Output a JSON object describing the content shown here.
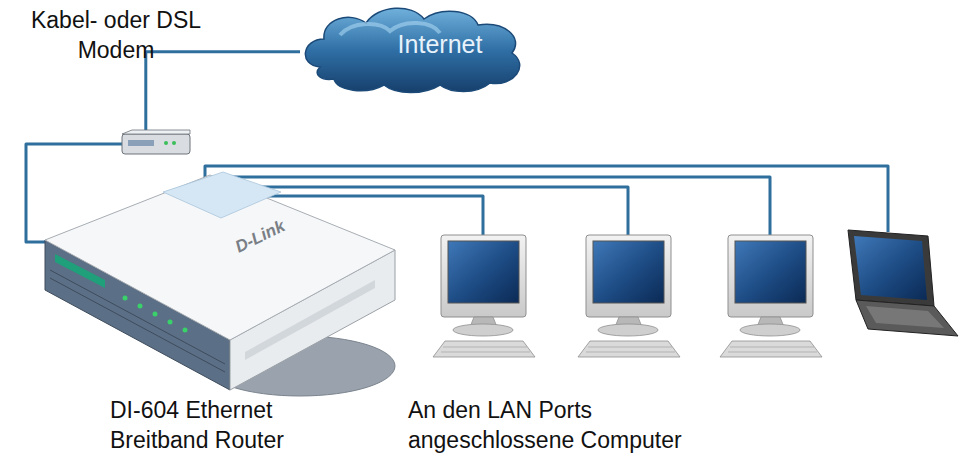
{
  "diagram": {
    "nodes": [
      {
        "text": [
          "Kabel- oder DSL Modem"
        ]
      },
      {
        "text": [
          "Internet"
        ]
      },
      {
        "text": [
          "D-Link",
          "DI-604 Ethernet Breitband Router"
        ]
      }
    ],
    "edges": [
      {
        "from": 1,
        "to": 0,
        "arrow": "none"
      },
      {
        "from": 0,
        "to": 2,
        "arrow": "none"
      }
    ],
    "labels": [
      "An den LAN Ports angeschlossene Computer"
    ]
  }
}
